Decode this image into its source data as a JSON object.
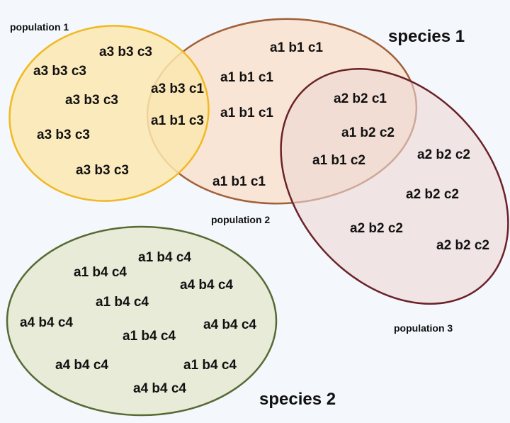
{
  "labels": {
    "population_1": "population 1",
    "population_2": "population 2",
    "population_3": "population 3",
    "species_1": "species 1",
    "species_2": "species 2"
  },
  "colors": {
    "population_1_fill": "#fbe7b0",
    "population_1_stroke": "#f0b922",
    "population_2_fill": "#fbdfc8",
    "population_2_stroke": "#a0603a",
    "population_3_fill": "#ecd7d6",
    "population_3_stroke": "#6a2228",
    "species_2_fill": "#e7ebd8",
    "species_2_stroke": "#576a34"
  },
  "population_1_genotypes": [
    "a3 b3 c3",
    "a3 b3 c3",
    "a3 b3 c3",
    "a3 b3 c3",
    "a3 b3 c3"
  ],
  "population_1_2_overlap_genotypes": [
    "a3 b3 c1",
    "a1 b1 c3"
  ],
  "population_2_genotypes": [
    "a1 b1 c1",
    "a1 b1 c1",
    "a1 b1 c1",
    "a1 b1 c1"
  ],
  "population_2_3_overlap_genotypes": [
    "a2 b2 c1",
    "a1 b2 c2",
    "a1 b1 c2"
  ],
  "population_3_genotypes": [
    "a2 b2 c2",
    "a2 b2 c2",
    "a2 b2 c2",
    "a2 b2 c2"
  ],
  "species_2_genotypes": [
    "a1 b4 c4",
    "a1 b4 c4",
    "a4 b4 c4",
    "a1 b4 c4",
    "a4 b4 c4",
    "a4 b4 c4",
    "a1 b4 c4",
    "a4 b4 c4",
    "a1 b4 c4",
    "a4 b4 c4"
  ]
}
